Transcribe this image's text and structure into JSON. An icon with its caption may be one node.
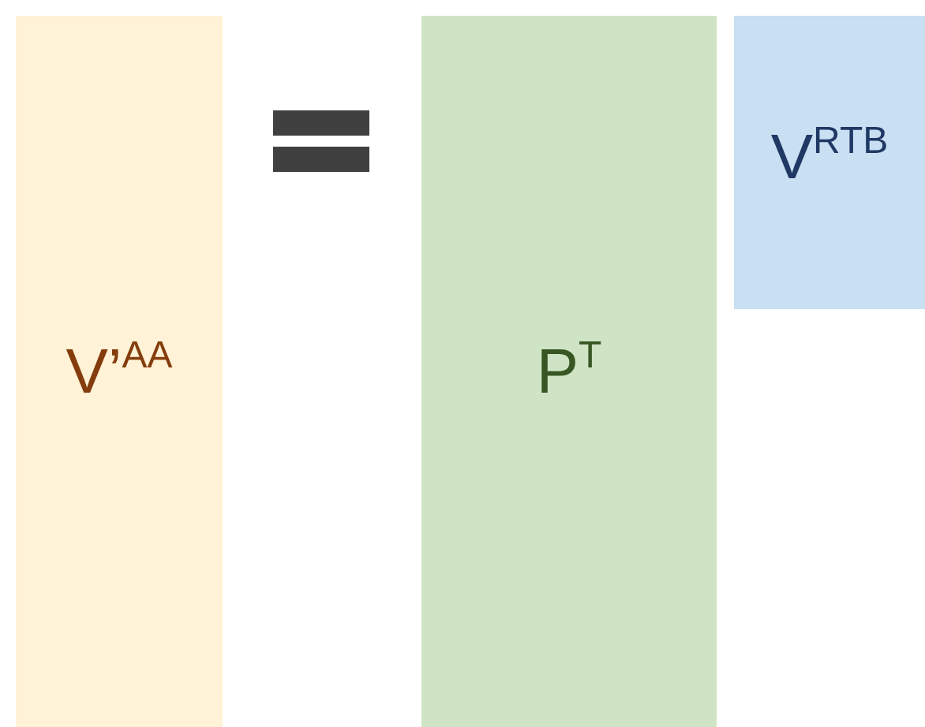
{
  "diagram": {
    "nodes": [
      {
        "text": [
          "V’$^{AA}$"
        ]
      },
      {
        "text": [
          "P$^{T}$"
        ]
      },
      {
        "text": [
          "V$^{RTB}$"
        ]
      }
    ]
  }
}
